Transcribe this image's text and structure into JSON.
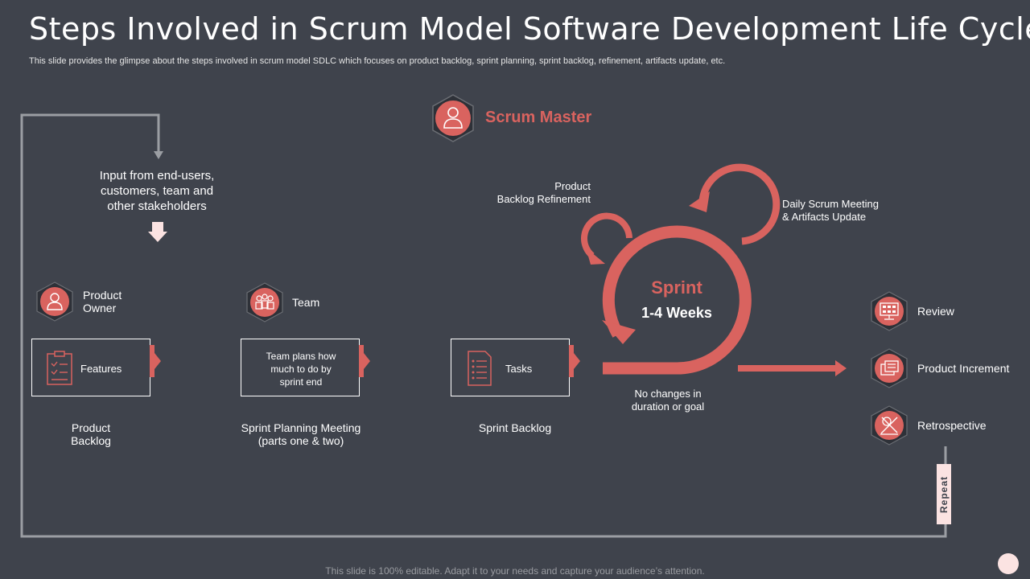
{
  "slide": {
    "title": "Steps Involved in Scrum Model Software Development Life Cycle",
    "subtitle": "This slide provides the glimpse about the steps involved in scrum model SDLC which focuses on product backlog, sprint planning, sprint backlog, refinement, artifacts update, etc.",
    "footer": "This slide is 100% editable. Adapt it to your needs and capture your audience’s attention."
  },
  "scrum_master": {
    "label": "Scrum Master",
    "icon": "scrum-master-person-icon"
  },
  "input": {
    "lines": [
      "Input  from end-users,",
      "customers,  team and",
      "other stakeholders"
    ]
  },
  "roles": {
    "product_owner": {
      "lines": [
        "Product",
        "Owner"
      ],
      "icon": "product-owner-person-icon"
    },
    "team": {
      "label": "Team",
      "icon": "team-group-icon"
    }
  },
  "boxes": {
    "features": {
      "label": "Features",
      "icon": "clipboard-checklist-icon",
      "caption": [
        "Product",
        "Backlog"
      ]
    },
    "team_plans": {
      "lines": [
        "Team  plans  how",
        "much  to  do  by",
        "sprint end"
      ],
      "caption": [
        "Sprint Planning Meeting",
        "(parts one & two)"
      ]
    },
    "tasks": {
      "label": "Tasks",
      "icon": "task-list-icon",
      "caption": [
        "Sprint Backlog"
      ]
    }
  },
  "sprint": {
    "title": "Sprint",
    "duration": "1-4 Weeks",
    "refinement": [
      "Product",
      "Backlog Refinement"
    ],
    "daily": [
      "Daily Scrum Meeting",
      "& Artifacts Update"
    ],
    "no_changes": [
      "No changes in",
      "duration or goal"
    ]
  },
  "outputs": [
    {
      "label": "Review",
      "icon": "review-monitor-icon"
    },
    {
      "label": "Product Increment",
      "icon": "product-increment-icon"
    },
    {
      "label": "Retrospective",
      "icon": "retrospective-icon"
    }
  ],
  "repeat": "Repeat",
  "colors": {
    "background": "#3f434c",
    "accent": "#d9635f",
    "accent_light": "#fbe3e2",
    "line": "#9b9ea3"
  }
}
